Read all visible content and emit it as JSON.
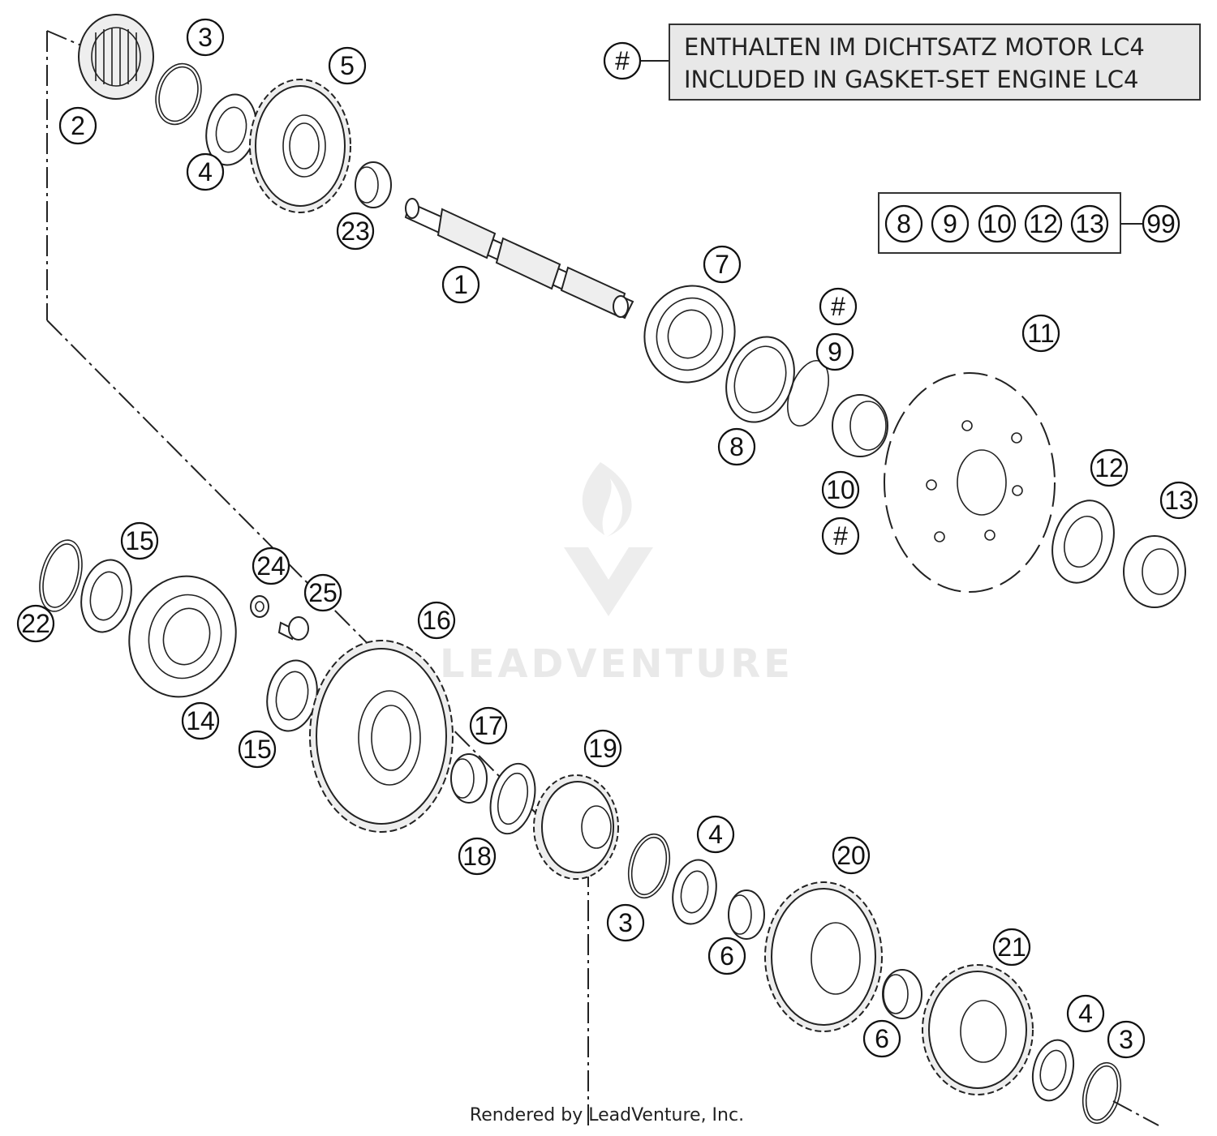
{
  "note": {
    "symbol": "#",
    "line1": "ENTHALTEN IM DICHTSATZ MOTOR LC4",
    "line2": "INCLUDED IN GASKET-SET ENGINE LC4"
  },
  "kit": {
    "members": [
      "8",
      "9",
      "10",
      "12",
      "13"
    ],
    "kit_number": "99"
  },
  "callouts": {
    "c1": "1",
    "c2": "2",
    "c3a": "3",
    "c3b": "3",
    "c3c": "3",
    "c4a": "4",
    "c4b": "4",
    "c4c": "4",
    "c5": "5",
    "c6a": "6",
    "c6b": "6",
    "c7": "7",
    "c8": "8",
    "c9": "9",
    "c10": "10",
    "c11": "11",
    "c12": "12",
    "c13": "13",
    "c14": "14",
    "c15a": "15",
    "c15b": "15",
    "c16": "16",
    "c17": "17",
    "c18": "18",
    "c19": "19",
    "c20": "20",
    "c21": "21",
    "c22": "22",
    "c23": "23",
    "c24": "24",
    "c25": "25",
    "hash1": "#",
    "hash2": "#"
  },
  "watermark": "LEADVENTURE",
  "footer": "Rendered by LeadVenture, Inc."
}
